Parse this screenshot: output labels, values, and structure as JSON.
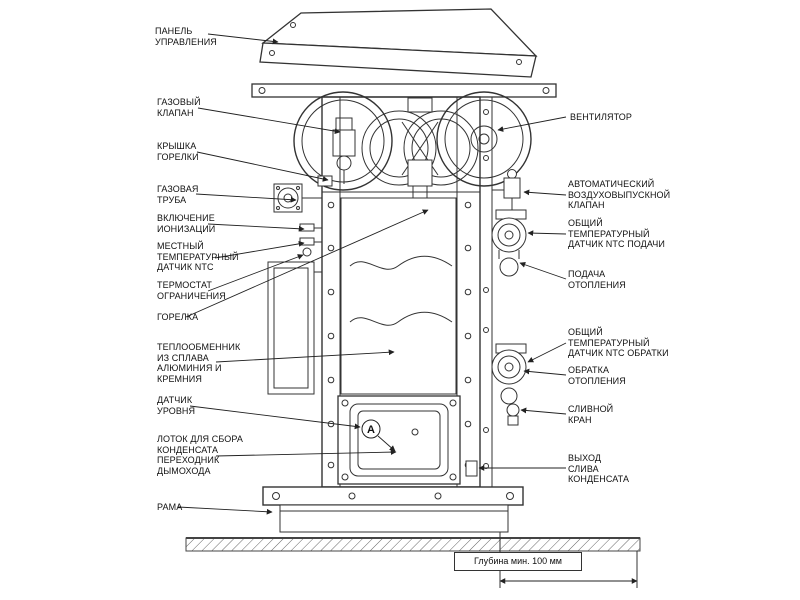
{
  "labels": {
    "left": [
      {
        "text": "ПАНЕЛЬ\nУПРАВЛЕНИЯ"
      },
      {
        "text": "ГАЗОВЫЙ\nКЛАПАН"
      },
      {
        "text": "КРЫШКА\nГОРЕЛКИ"
      },
      {
        "text": "ГАЗОВАЯ\nТРУБА"
      },
      {
        "text": "ВКЛЮЧЕНИЕ\nИОНИЗАЦИИ"
      },
      {
        "text": "МЕСТНЫЙ\nТЕМПЕРАТУРНЫЙ\nДАТЧИК NTC"
      },
      {
        "text": "ТЕРМОСТАТ\nОГРАНИЧЕНИЯ"
      },
      {
        "text": "ГОРЕЛКА"
      },
      {
        "text": "ТЕПЛООБМЕННИК\nИЗ СПЛАВА\nАЛЮМИНИЯ И\nКРЕМНИЯ"
      },
      {
        "text": "ДАТЧИК\nУРОВНЯ"
      },
      {
        "text": "ЛОТОК ДЛЯ СБОРА\nКОНДЕНСАТА\nПЕРЕХОДНИК\nДЫМОХОДА"
      },
      {
        "text": "РАМА"
      }
    ],
    "right": [
      {
        "text": "ВЕНТИЛЯТОР"
      },
      {
        "text": "АВТОМАТИЧЕСКИЙ\nВОЗДУХОВЫПУСКНОЙ\nКЛАПАН"
      },
      {
        "text": "ОБЩИЙ\nТЕМПЕРАТУРНЫЙ\nДАТЧИК NTC ПОДАЧИ"
      },
      {
        "text": "ПОДАЧА\nОТОПЛЕНИЯ"
      },
      {
        "text": "ОБЩИЙ\nТЕМПЕРАТУРНЫЙ\nДАТЧИК NTC ОБРАТКИ"
      },
      {
        "text": "ОБРАТКА\nОТОПЛЕНИЯ"
      },
      {
        "text": "СЛИВНОЙ\nКРАН"
      },
      {
        "text": "ВЫХОД\nСЛИВА\nКОНДЕНСАТА"
      }
    ]
  },
  "dimension": {
    "label": "Глубина мин. 100 мм"
  },
  "marker": {
    "a": "A"
  },
  "colors": {
    "line": "#3a3a3a",
    "background": "#ffffff"
  }
}
